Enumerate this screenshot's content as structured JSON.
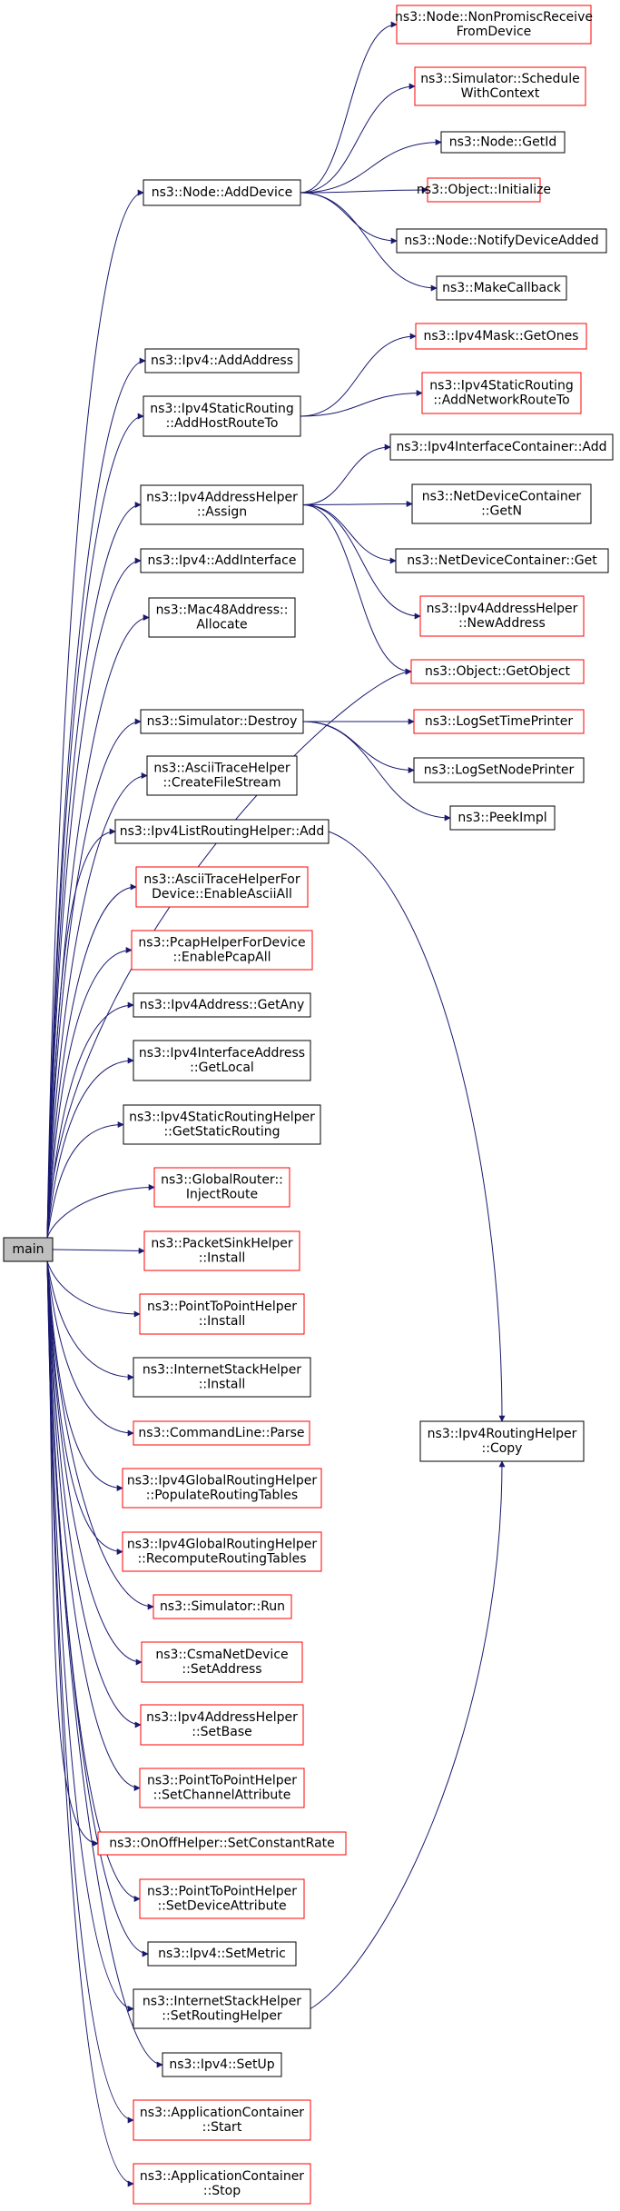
{
  "colors": {
    "edge": "#191970",
    "border_red": "#ff0000",
    "border_black": "#000000",
    "root_fill": "#bfbfbf",
    "node_fill": "#ffffff"
  },
  "nodes": {
    "main": {
      "lines": [
        "main"
      ],
      "style": "root"
    },
    "node_adddevice": {
      "lines": [
        "ns3::Node::AddDevice"
      ],
      "style": "black"
    },
    "nonpromisc": {
      "lines": [
        "ns3::Node::NonPromiscReceive",
        "FromDevice"
      ],
      "style": "red"
    },
    "schedctx": {
      "lines": [
        "ns3::Simulator::Schedule",
        "WithContext"
      ],
      "style": "red"
    },
    "getid": {
      "lines": [
        "ns3::Node::GetId"
      ],
      "style": "black"
    },
    "obj_init": {
      "lines": [
        "ns3::Object::Initialize"
      ],
      "style": "red"
    },
    "notifydev": {
      "lines": [
        "ns3::Node::NotifyDeviceAdded"
      ],
      "style": "black"
    },
    "makecb": {
      "lines": [
        "ns3::MakeCallback"
      ],
      "style": "black"
    },
    "ipv4_addaddr": {
      "lines": [
        "ns3::Ipv4::AddAddress"
      ],
      "style": "black"
    },
    "addhost": {
      "lines": [
        "ns3::Ipv4StaticRouting",
        "::AddHostRouteTo"
      ],
      "style": "black"
    },
    "getones": {
      "lines": [
        "ns3::Ipv4Mask::GetOnes"
      ],
      "style": "red"
    },
    "addnet": {
      "lines": [
        "ns3::Ipv4StaticRouting",
        "::AddNetworkRouteTo"
      ],
      "style": "red"
    },
    "assign": {
      "lines": [
        "ns3::Ipv4AddressHelper",
        "::Assign"
      ],
      "style": "black"
    },
    "ifc_add": {
      "lines": [
        "ns3::Ipv4InterfaceContainer::Add"
      ],
      "style": "black"
    },
    "ndc_getn": {
      "lines": [
        "ns3::NetDeviceContainer",
        "::GetN"
      ],
      "style": "black"
    },
    "ndc_get": {
      "lines": [
        "ns3::NetDeviceContainer::Get"
      ],
      "style": "black"
    },
    "newaddr": {
      "lines": [
        "ns3::Ipv4AddressHelper",
        "::NewAddress"
      ],
      "style": "red"
    },
    "addiface": {
      "lines": [
        "ns3::Ipv4::AddInterface"
      ],
      "style": "black"
    },
    "mac48": {
      "lines": [
        "ns3::Mac48Address::",
        "Allocate"
      ],
      "style": "black"
    },
    "getobject": {
      "lines": [
        "ns3::Object::GetObject"
      ],
      "style": "red"
    },
    "destroy": {
      "lines": [
        "ns3::Simulator::Destroy"
      ],
      "style": "black"
    },
    "logtime": {
      "lines": [
        "ns3::LogSetTimePrinter"
      ],
      "style": "red"
    },
    "lognode": {
      "lines": [
        "ns3::LogSetNodePrinter"
      ],
      "style": "black"
    },
    "peekimpl": {
      "lines": [
        "ns3::PeekImpl"
      ],
      "style": "black"
    },
    "ascii_cfs": {
      "lines": [
        "ns3::AsciiTraceHelper",
        "::CreateFileStream"
      ],
      "style": "black"
    },
    "listrh_add": {
      "lines": [
        "ns3::Ipv4ListRoutingHelper::Add"
      ],
      "style": "black"
    },
    "ascii_all": {
      "lines": [
        "ns3::AsciiTraceHelperFor",
        "Device::EnableAsciiAll"
      ],
      "style": "red"
    },
    "pcap_all": {
      "lines": [
        "ns3::PcapHelperForDevice",
        "::EnablePcapAll"
      ],
      "style": "red"
    },
    "getany": {
      "lines": [
        "ns3::Ipv4Address::GetAny"
      ],
      "style": "black"
    },
    "getlocal": {
      "lines": [
        "ns3::Ipv4InterfaceAddress",
        "::GetLocal"
      ],
      "style": "black"
    },
    "getstatic": {
      "lines": [
        "ns3::Ipv4StaticRoutingHelper",
        "::GetStaticRouting"
      ],
      "style": "black"
    },
    "injectroute": {
      "lines": [
        "ns3::GlobalRouter::",
        "InjectRoute"
      ],
      "style": "red"
    },
    "sink_install": {
      "lines": [
        "ns3::PacketSinkHelper",
        "::Install"
      ],
      "style": "red"
    },
    "p2p_install": {
      "lines": [
        "ns3::PointToPointHelper",
        "::Install"
      ],
      "style": "red"
    },
    "inet_install": {
      "lines": [
        "ns3::InternetStackHelper",
        "::Install"
      ],
      "style": "black"
    },
    "parse": {
      "lines": [
        "ns3::CommandLine::Parse"
      ],
      "style": "red"
    },
    "populate": {
      "lines": [
        "ns3::Ipv4GlobalRoutingHelper",
        "::PopulateRoutingTables"
      ],
      "style": "red"
    },
    "recompute": {
      "lines": [
        "ns3::Ipv4GlobalRoutingHelper",
        "::RecomputeRoutingTables"
      ],
      "style": "red"
    },
    "run": {
      "lines": [
        "ns3::Simulator::Run"
      ],
      "style": "red"
    },
    "csma_setaddr": {
      "lines": [
        "ns3::CsmaNetDevice",
        "::SetAddress"
      ],
      "style": "red"
    },
    "setbase": {
      "lines": [
        "ns3::Ipv4AddressHelper",
        "::SetBase"
      ],
      "style": "red"
    },
    "setchanattr": {
      "lines": [
        "ns3::PointToPointHelper",
        "::SetChannelAttribute"
      ],
      "style": "red"
    },
    "setconstrate": {
      "lines": [
        "ns3::OnOffHelper::SetConstantRate"
      ],
      "style": "red"
    },
    "setdevattr": {
      "lines": [
        "ns3::PointToPointHelper",
        "::SetDeviceAttribute"
      ],
      "style": "red"
    },
    "setmetric": {
      "lines": [
        "ns3::Ipv4::SetMetric"
      ],
      "style": "black"
    },
    "setrouting": {
      "lines": [
        "ns3::InternetStackHelper",
        "::SetRoutingHelper"
      ],
      "style": "black"
    },
    "setup": {
      "lines": [
        "ns3::Ipv4::SetUp"
      ],
      "style": "black"
    },
    "app_start": {
      "lines": [
        "ns3::ApplicationContainer",
        "::Start"
      ],
      "style": "red"
    },
    "app_stop": {
      "lines": [
        "ns3::ApplicationContainer",
        "::Stop"
      ],
      "style": "red"
    },
    "rh_copy": {
      "lines": [
        "ns3::Ipv4RoutingHelper",
        "::Copy"
      ],
      "style": "black"
    }
  },
  "edges": [
    [
      "main",
      "node_adddevice"
    ],
    [
      "main",
      "ipv4_addaddr"
    ],
    [
      "main",
      "addhost"
    ],
    [
      "main",
      "assign"
    ],
    [
      "main",
      "addiface"
    ],
    [
      "main",
      "mac48"
    ],
    [
      "main",
      "getobject"
    ],
    [
      "main",
      "destroy"
    ],
    [
      "main",
      "ascii_cfs"
    ],
    [
      "main",
      "listrh_add"
    ],
    [
      "main",
      "ascii_all"
    ],
    [
      "main",
      "pcap_all"
    ],
    [
      "main",
      "getany"
    ],
    [
      "main",
      "getlocal"
    ],
    [
      "main",
      "getstatic"
    ],
    [
      "main",
      "injectroute"
    ],
    [
      "main",
      "sink_install"
    ],
    [
      "main",
      "p2p_install"
    ],
    [
      "main",
      "inet_install"
    ],
    [
      "main",
      "parse"
    ],
    [
      "main",
      "populate"
    ],
    [
      "main",
      "recompute"
    ],
    [
      "main",
      "run"
    ],
    [
      "main",
      "csma_setaddr"
    ],
    [
      "main",
      "setbase"
    ],
    [
      "main",
      "setchanattr"
    ],
    [
      "main",
      "setconstrate"
    ],
    [
      "main",
      "setdevattr"
    ],
    [
      "main",
      "setmetric"
    ],
    [
      "main",
      "setrouting"
    ],
    [
      "main",
      "setup"
    ],
    [
      "main",
      "app_start"
    ],
    [
      "main",
      "app_stop"
    ],
    [
      "node_adddevice",
      "nonpromisc"
    ],
    [
      "node_adddevice",
      "schedctx"
    ],
    [
      "node_adddevice",
      "getid"
    ],
    [
      "node_adddevice",
      "obj_init"
    ],
    [
      "node_adddevice",
      "notifydev"
    ],
    [
      "node_adddevice",
      "makecb"
    ],
    [
      "addhost",
      "getones"
    ],
    [
      "addhost",
      "addnet"
    ],
    [
      "assign",
      "ifc_add"
    ],
    [
      "assign",
      "ndc_getn"
    ],
    [
      "assign",
      "ndc_get"
    ],
    [
      "assign",
      "newaddr"
    ],
    [
      "assign",
      "getobject"
    ],
    [
      "destroy",
      "logtime"
    ],
    [
      "destroy",
      "lognode"
    ],
    [
      "destroy",
      "peekimpl"
    ],
    [
      "listrh_add",
      "rh_copy"
    ],
    [
      "setrouting",
      "rh_copy"
    ]
  ]
}
